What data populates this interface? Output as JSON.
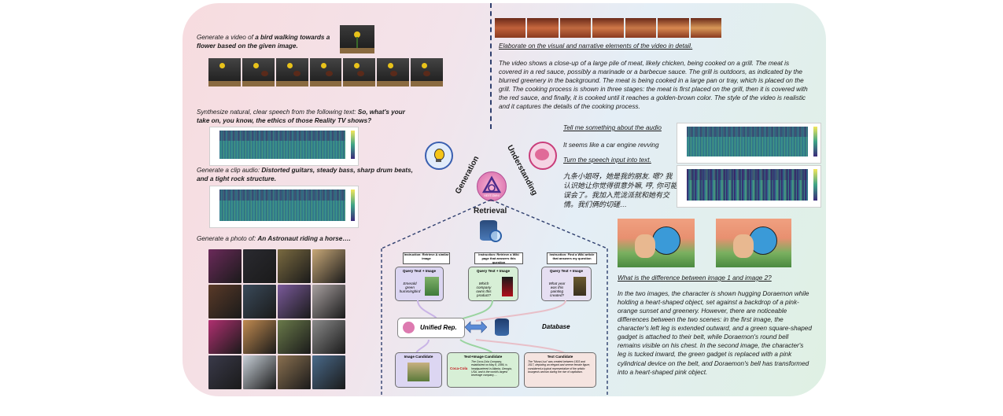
{
  "center": {
    "logo_text": "NEXT-OMNI",
    "generation": "Generation",
    "understanding": "Understanding",
    "retrieval": "Retrieval"
  },
  "gen": {
    "video_prompt_pre": "Generate a video of ",
    "video_prompt_bold": "a bird walking towards a flower based on the given image.",
    "speech_prompt_pre": "Synthesize natural, clear speech from the following text: ",
    "speech_prompt_bold": "So, what's your take on, you know, the ethics of those Reality TV shows?",
    "audio_prompt_pre": "Generate a clip audio: ",
    "audio_prompt_bold": "Distorted guitars, steady bass, sharp drum beats, and a tight rock structure.",
    "photo_prompt_pre": "Generate a photo of: ",
    "photo_prompt_bold": "An Astronaut riding a horse….",
    "photo_colors": [
      "#6b2a5a",
      "#2a2a30",
      "#7a6a40",
      "#c8a878",
      "#5a3a28",
      "#3a4a5a",
      "#7a5a9a",
      "#a8a0a0",
      "#b03070",
      "#c08a50",
      "#6a7a4a",
      "#8a8a8a",
      "#3a3a4a",
      "#c8d0d8",
      "#8a7050",
      "#4a6a8a"
    ]
  },
  "und": {
    "video_q": "Elaborate on the visual and narrative elements of the video in detail.",
    "video_a": "The video shows a close-up of a large pile of meat, likely chicken, being cooked on a grill. The meat is covered in a red sauce, possibly a marinade or a barbecue sauce. The grill is outdoors, as indicated by the blurred greenery in the background. The meat is being cooked in a large pan or tray, which is placed on the grill. The cooking process is shown in three stages: the meat is first placed on the grill, then it is covered with the red sauce, and finally, it is cooked until it reaches a golden-brown color. The style of the video is realistic and it captures the details of the cooking process.",
    "audio_q": "Tell me something about the audio",
    "audio_a": "It seems like a car engine revving",
    "speech_q": "Turn the speech input into text.",
    "speech_a": "九条小姐呀，她是我的朋友. 嗯? 我认识她让你觉得很意外嘛, 哼, 你可能误会了。我加入荒泷派就和她有交情。我们俩的切磋…",
    "image_q": "What is the difference between image 1 and image 2?",
    "image_a": "In the two images, the character is shown hugging Doraemon while holding a heart-shaped object, set against a backdrop of a pink-orange sunset and greenery. However, there are noticeable differences between the two scenes: in the first image, the character's left leg is extended outward, and a green square-shaped gadget is attached to their belt, while Doraemon's round bell remains visible on his chest. In the second image, the character's leg is tucked inward, the green gadget is replaced with a pink cylindrical device on the belt, and Doraemon's bell has transformed into a heart-shaped pink object."
  },
  "retr": {
    "instr1": "Instruction: Retrieve A similar image",
    "instr2": "Instruction: Retrieve  a Wiki page that answers this question",
    "instr3": "Instruction: Find a Wiki article that answers my question",
    "q1_title": "Query Text + Image",
    "q1_text": "Emerald green hummingbird",
    "q2_title": "Query Text + Image",
    "q2_text": "Which company owns this product?",
    "q3_title": "Query Text + Image",
    "q3_text": "What year was this painting created?",
    "unified": "Unified Rep.",
    "database": "Database",
    "c1_title": "Image Candidate",
    "c2_title": "Text+Image Candidate",
    "c2_logo": "Coca-Cola",
    "c2_text": "The Coca-Cola Company, established on May 8, 1886, is headquartered in Atlanta, Georgia, USA, and is the world's largest beverage company….",
    "c3_title": "Text Candidate",
    "c3_text": "The \"Mona Lisa\" was created between 1503 and 1517, depicting an elegant and serene female figure, considered a typical representative of the artistic bourgeois woman during the rise of capitalism."
  },
  "colors": {
    "navy": "#2f3f6e",
    "query_fill": "#dcd6f2",
    "query_fill2": "#d7efd6",
    "cand_fill": "#f5e4e0"
  }
}
